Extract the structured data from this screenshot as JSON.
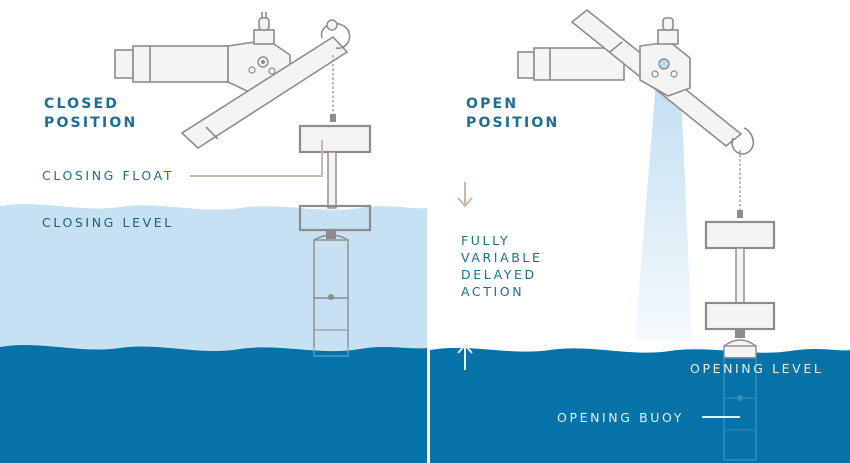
{
  "panels": {
    "closed": {
      "title_line1": "CLOSED",
      "title_line2": "POSITION",
      "float_label": "CLOSING FLOAT",
      "level_label": "CLOSING LEVEL"
    },
    "open": {
      "title_line1": "OPEN",
      "title_line2": "POSITION",
      "delay_line1": "FULLY",
      "delay_line2": "VARIABLE",
      "delay_line3": "DELAYED",
      "delay_line4": "ACTION",
      "level_label": "OPENING LEVEL",
      "buoy_label": "OPENING BUOY"
    }
  },
  "colors": {
    "upper_water": "#c6e1f1",
    "deep_water": "#0572a8",
    "title_text": "#1d6d94",
    "mechanism_stroke": "#8c8c8c",
    "leader_line": "#c7b9ad",
    "water_flow": "#bcdcf0",
    "divider": "#cfcfcf"
  },
  "icons": {
    "down_arrow": "arrow-down-icon",
    "up_arrow": "arrow-up-icon"
  }
}
